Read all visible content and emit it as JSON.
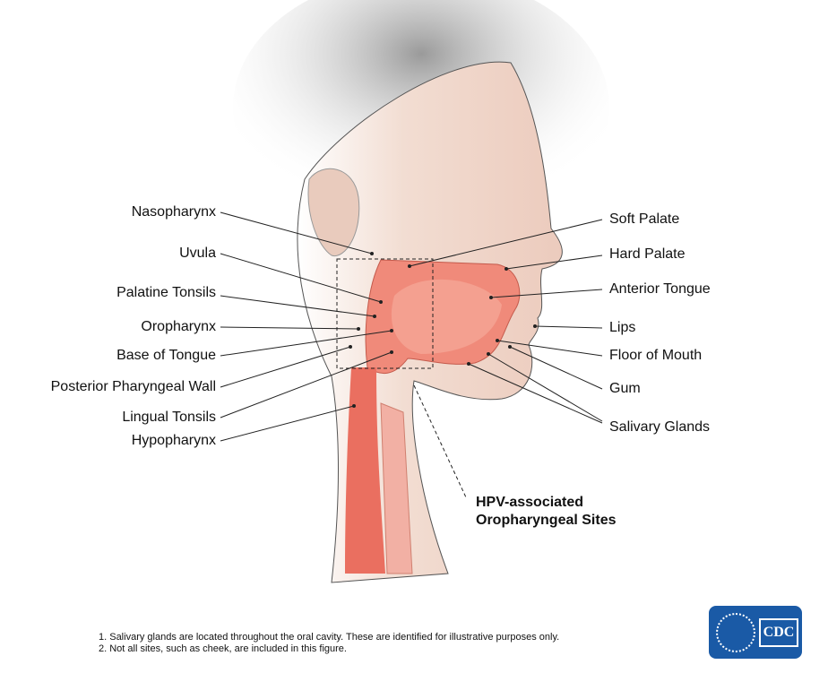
{
  "left_labels": [
    "Nasopharynx",
    "Uvula",
    "Palatine Tonsils",
    "Oropharynx",
    "Base of Tongue",
    "Posterior Pharyngeal Wall",
    "Lingual Tonsils",
    "Hypopharynx"
  ],
  "right_labels": [
    "Soft Palate",
    "Hard Palate",
    "Anterior Tongue",
    "Lips",
    "Floor of Mouth",
    "Gum",
    "Salivary Glands"
  ],
  "hpv_label": [
    "HPV-associated",
    "Oropharyngeal Sites"
  ],
  "notes": [
    "1. Salivary glands are located throughout the oral cavity. These are identified for illustrative purposes only.",
    "2. Not all sites, such as cheek, are included in this figure."
  ],
  "logo": {
    "text": "CDC",
    "color": "#1a5aa6"
  },
  "colors": {
    "tissue": "#f08a7a",
    "skin": "#f3d9cc",
    "line": "#222222"
  }
}
